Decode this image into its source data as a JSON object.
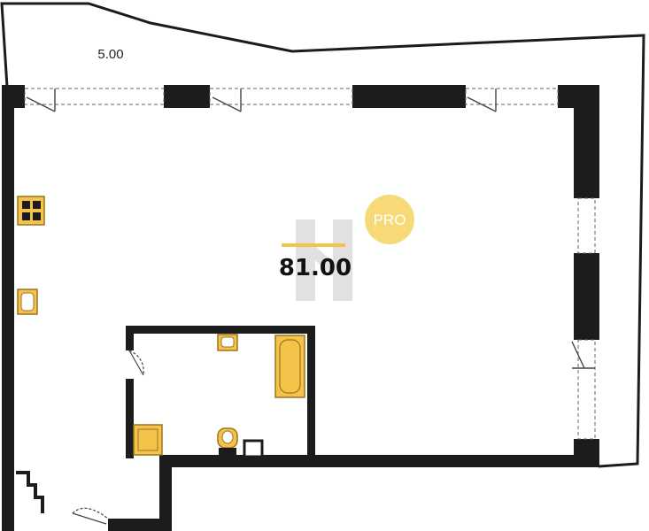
{
  "plan": {
    "balcony_area": "5.00",
    "room_area": "81.00",
    "badge": "PRO"
  },
  "colors": {
    "wall": "#1c1c1c",
    "fixture_fill": "#f5c24a",
    "fixture_stroke": "#9a7420",
    "badge": "#f7d978",
    "watermark": "#d9d9d9",
    "accent_bar": "#f5c24a"
  },
  "icons": [
    "stove-icon",
    "sink-icon",
    "bathtub-icon",
    "toilet-icon",
    "shower-tray-icon",
    "door-icon",
    "window-icon",
    "stairs-icon"
  ]
}
